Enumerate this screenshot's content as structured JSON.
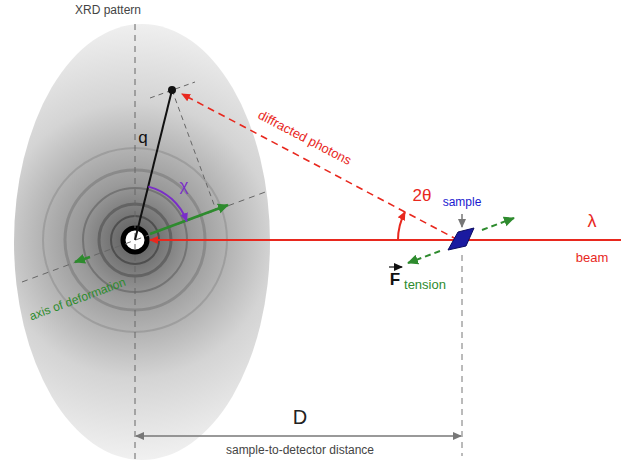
{
  "diagram": {
    "labels": [
      "XRD pattern",
      "q",
      "χ",
      "diffracted photons",
      "sample",
      "2θ",
      "λ",
      "beam",
      "axis of deformation",
      "F",
      "tension",
      "D",
      "sample-to-detector distance"
    ]
  }
}
